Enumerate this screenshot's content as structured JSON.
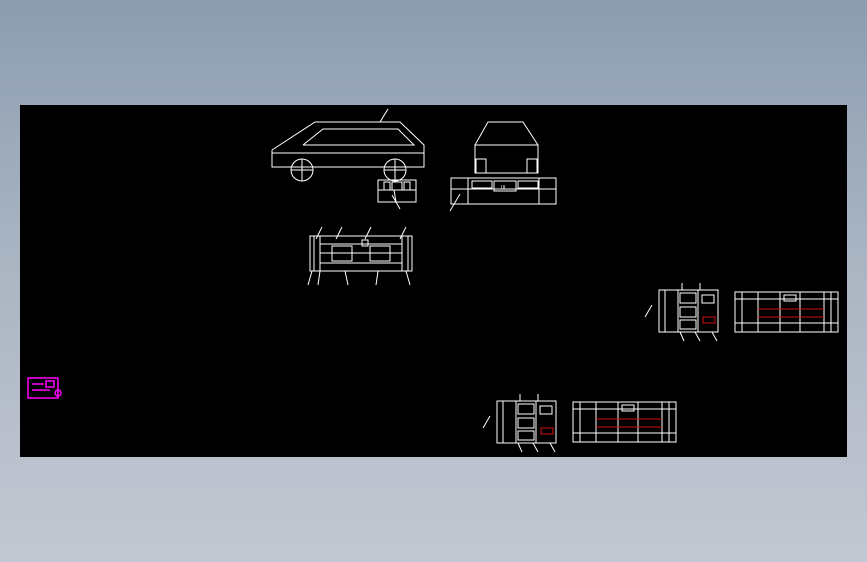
{
  "canvas": {
    "background": "#000000",
    "line_color": "#ffffff",
    "accent_color": "#d01010",
    "marker_color": "#ff00ff"
  },
  "views": [
    {
      "name": "side-elevation-car"
    },
    {
      "name": "front-elevation-car"
    },
    {
      "name": "jack-detail"
    },
    {
      "name": "plan-view"
    },
    {
      "name": "section-a"
    },
    {
      "name": "section-b"
    },
    {
      "name": "section-c"
    },
    {
      "name": "section-d"
    }
  ],
  "icons": {
    "ucs": "ucs-icon"
  },
  "callouts": {
    "front_center": "III"
  }
}
